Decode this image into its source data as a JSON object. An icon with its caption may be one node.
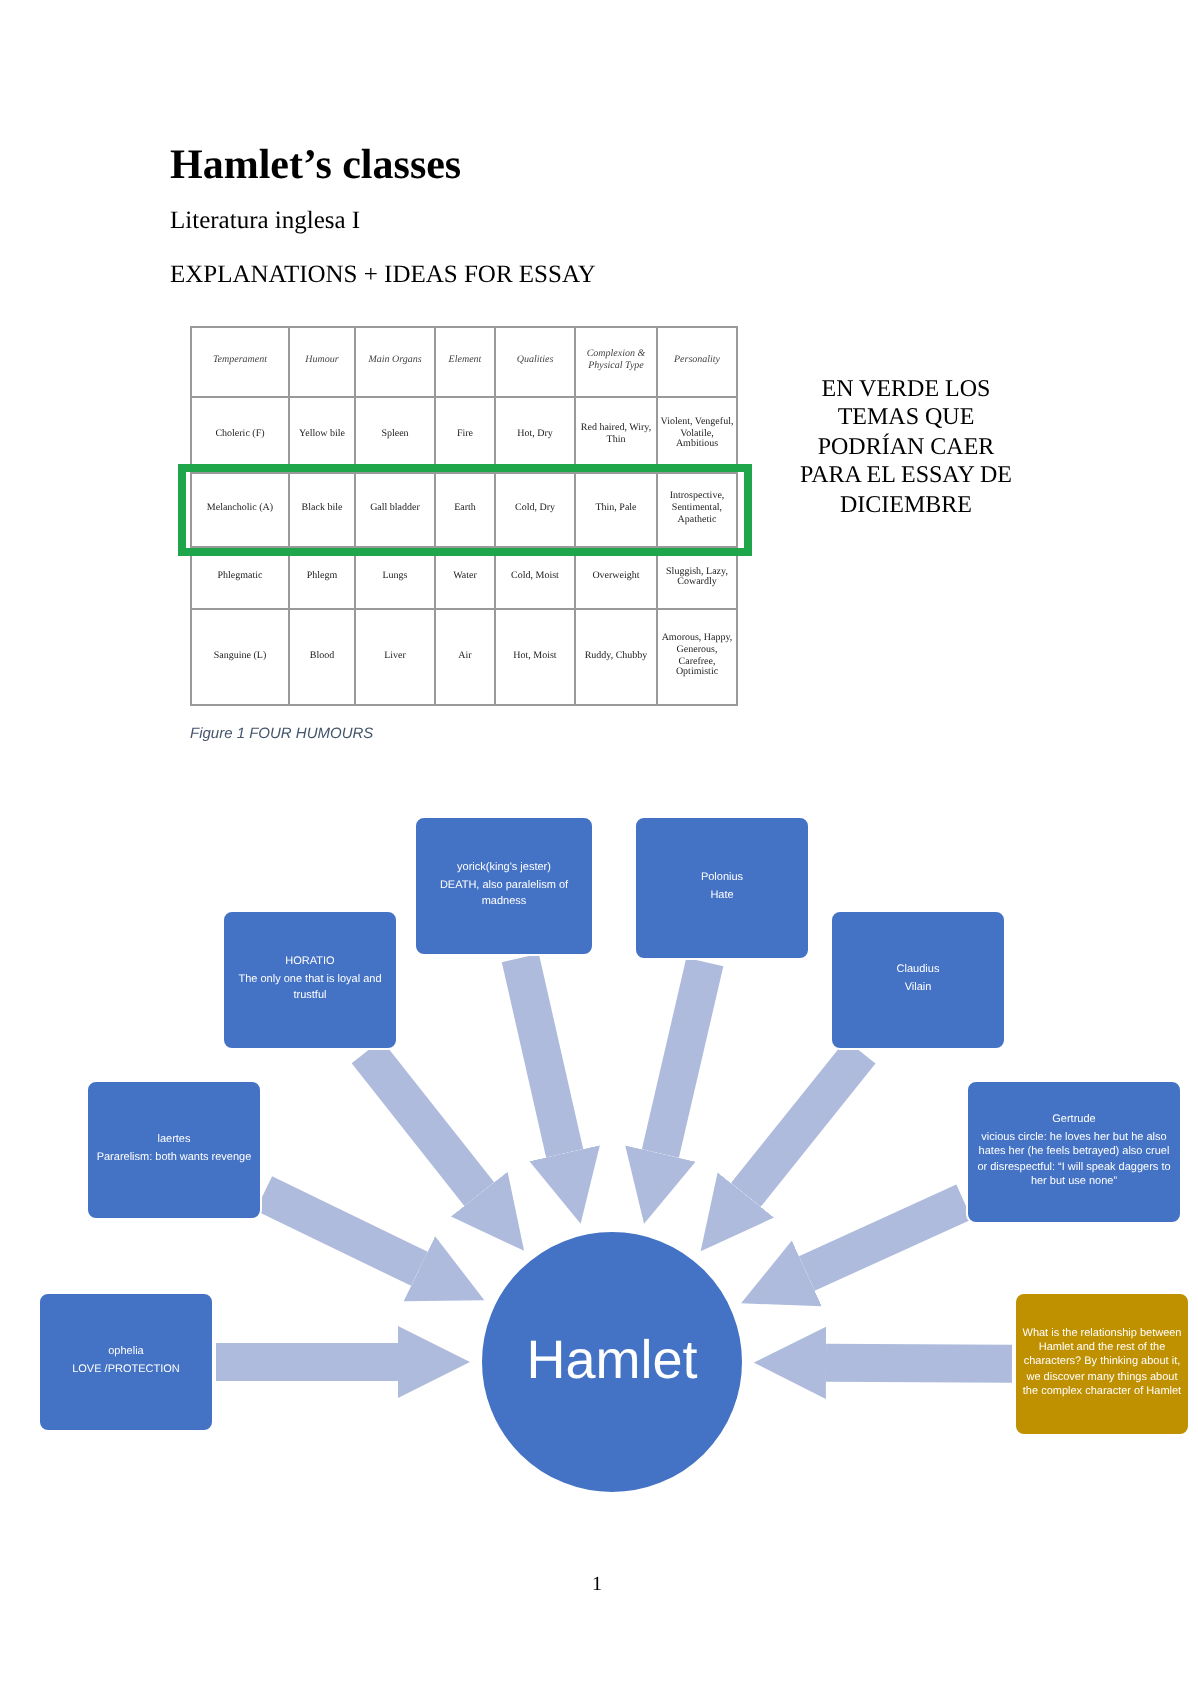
{
  "diagram": {
    "title": "Hamlet’s classes",
    "nodes": [
      {
        "text": [
          "yorick(king's jester)",
          "DEATH, also paralelism of madness"
        ]
      },
      {
        "text": [
          "Polonius",
          "Hate"
        ]
      },
      {
        "text": [
          "HORATIO",
          "The only one that is loyal and trustful"
        ]
      },
      {
        "text": [
          "Claudius",
          "Vilain"
        ]
      },
      {
        "text": [
          "laertes",
          "Pararelism: both wants revenge"
        ]
      },
      {
        "text": [
          "Gertrude",
          "vicious circle: he loves her but he also hates her (he feels betrayed) also cruel or disrespectful: “I will speak daggers to her but use none”"
        ]
      },
      {
        "text": [
          "ophelia",
          "LOVE /PROTECTION"
        ]
      },
      {
        "text": [
          "Hamlet"
        ]
      },
      {
        "text": [
          "What is the relationship between Hamlet and the rest of the characters? By thinking about it, we discover many things about the complex character of Hamlet"
        ]
      }
    ],
    "edges": [
      {
        "from": 0,
        "to": 7,
        "arrow": "to"
      },
      {
        "from": 1,
        "to": 7,
        "arrow": "to"
      },
      {
        "from": 2,
        "to": 7,
        "arrow": "to"
      },
      {
        "from": 3,
        "to": 7,
        "arrow": "to"
      },
      {
        "from": 4,
        "to": 7,
        "arrow": "to"
      },
      {
        "from": 5,
        "to": 7,
        "arrow": "to"
      },
      {
        "from": 6,
        "to": 7,
        "arrow": "to"
      },
      {
        "from": 8,
        "to": 7,
        "arrow": "to"
      }
    ],
    "labels": [
      "Literatura inglesa I",
      "EXPLANATIONS + IDEAS FOR ESSAY",
      "EN VERDE LOS TEMAS QUE PODRÍAN CAER PARA EL ESSAY DE DICIEMBRE",
      "Temperament",
      "Humour",
      "Main Organs",
      "Element",
      "Qualities",
      "Complexion & Physical Type",
      "Personality",
      "Choleric (F)",
      "Yellow bile",
      "Spleen",
      "Fire",
      "Hot, Dry",
      "Red haired, Wiry, Thin",
      "Violent, Vengeful, Volatile, Ambitious",
      "Melancholic (A)",
      "Black bile",
      "Gall bladder",
      "Earth",
      "Cold, Dry",
      "Thin, Pale",
      "Introspective, Sentimental, Apathetic",
      "Phlegmatic",
      "Phlegm",
      "Lungs",
      "Water",
      "Cold, Moist",
      "Overweight",
      "Sluggish, Lazy, Cowardly",
      "Sanguine (L)",
      "Blood",
      "Liver",
      "Air",
      "Hot, Moist",
      "Ruddy, Chubby",
      "Amorous, Happy, Generous, Carefree, Optimistic",
      "Figure 1 FOUR HUMOURS",
      "1"
    ]
  }
}
